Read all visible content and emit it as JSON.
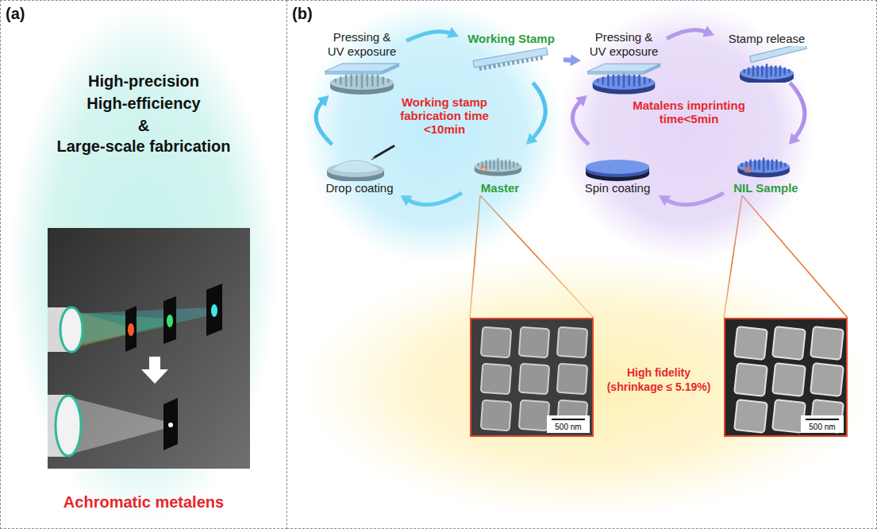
{
  "diagram": {
    "nodes": [
      {
        "text": [
          "(a)"
        ]
      },
      {
        "text": [
          "High-precision",
          "High-efficiency",
          "&",
          "Large-scale fabrication",
          "Achromatic metalens"
        ],
        "in": 0
      },
      {
        "text": [
          "(b)"
        ]
      },
      {
        "text": [
          "Working stamp fabrication time <10min"
        ],
        "in": 2
      },
      {
        "text": [
          "Pressing & UV exposure"
        ],
        "in": 3
      },
      {
        "text": [
          "Working Stamp"
        ],
        "in": 3
      },
      {
        "text": [
          "Master"
        ],
        "in": 3
      },
      {
        "text": [
          "Drop coating"
        ],
        "in": 3
      },
      {
        "text": [
          "Matalens imprinting time<5min"
        ],
        "in": 2
      },
      {
        "text": [
          "Pressing & UV exposure"
        ],
        "in": 8
      },
      {
        "text": [
          "Stamp release"
        ],
        "in": 8
      },
      {
        "text": [
          "NIL Sample"
        ],
        "in": 8
      },
      {
        "text": [
          "Spin coating"
        ],
        "in": 8
      },
      {
        "text": [
          "High fidelity (shrinkage ≤ 5.19%)"
        ],
        "in": 2
      },
      {
        "text": [
          "500 nm"
        ],
        "in": 13
      },
      {
        "text": [
          "500 nm"
        ],
        "in": 13
      }
    ],
    "edges": [
      {
        "from": 4,
        "to": 5,
        "arrow": "to"
      },
      {
        "from": 5,
        "to": 6,
        "arrow": "to"
      },
      {
        "from": 6,
        "to": 7,
        "arrow": "to"
      },
      {
        "from": 7,
        "to": 4,
        "arrow": "to"
      },
      {
        "from": 5,
        "to": 9,
        "arrow": "to"
      },
      {
        "from": 9,
        "to": 10,
        "arrow": "to"
      },
      {
        "from": 10,
        "to": 11,
        "arrow": "to"
      },
      {
        "from": 11,
        "to": 12,
        "arrow": "to"
      },
      {
        "from": 12,
        "to": 9,
        "arrow": "to"
      },
      {
        "from": 6,
        "to": 14,
        "arrow": "none"
      },
      {
        "from": 11,
        "to": 15,
        "arrow": "none"
      }
    ]
  }
}
